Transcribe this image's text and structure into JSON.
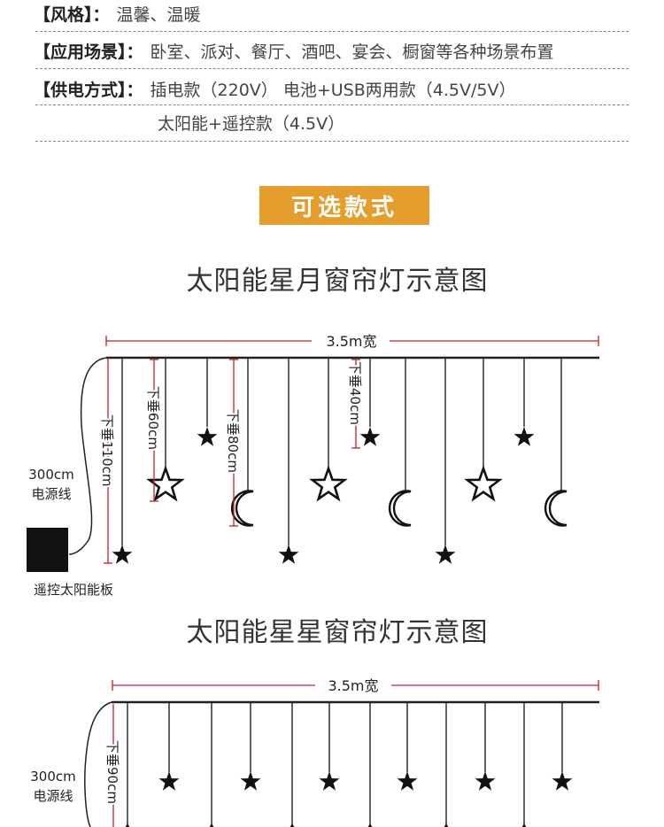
{
  "specs": [
    {
      "key": "【风格】：",
      "value": "温馨、温暖"
    },
    {
      "key": "【应用场景】：",
      "value": "卧室、派对、餐厅、酒吧、宴会、橱窗等各种场景布置"
    },
    {
      "key": "【供电方式】：",
      "value": "插电款（220V）  电池+USB两用款（4.5V/5V）"
    },
    {
      "key": "",
      "value": "太阳能+遥控款（4.5V）"
    }
  ],
  "section_badge": "可选款式",
  "diagram1": {
    "title": "太阳能星月窗帘灯示意图",
    "width_label": "3.5m宽",
    "drop_main": "下垂110cm",
    "drop_a": "下垂60cm",
    "drop_b": "下垂80cm",
    "drop_c": "下垂40cm",
    "cable_length": "300cm",
    "cable_label": "电源线",
    "panel_label": "遥控太阳能板"
  },
  "diagram2": {
    "title": "太阳能星星窗帘灯示意图",
    "width_label": "3.5m宽",
    "drop_main": "下垂90cm",
    "cable_length": "300cm",
    "cable_label": "电源线"
  },
  "colors": {
    "accent": "#e59d2c",
    "dimension_red": "#c0202a",
    "line": "#222222"
  }
}
